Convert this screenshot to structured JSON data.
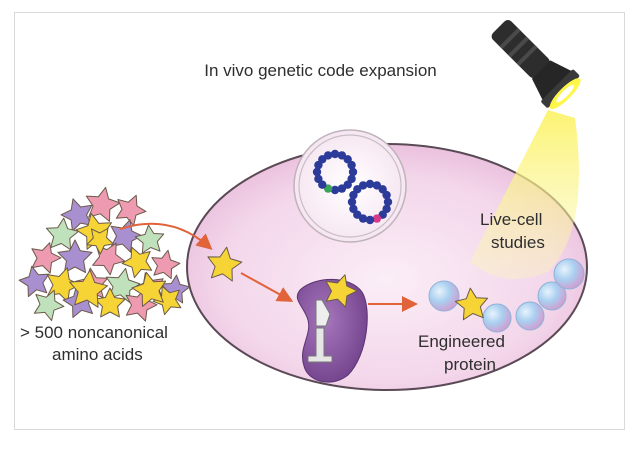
{
  "title": "In vivo genetic code expansion",
  "labels": {
    "amino_acids_line1": "> 500 noncanonical",
    "amino_acids_line2": "amino acids",
    "live_cell_line1": "Live-cell",
    "live_cell_line2": "studies",
    "protein_line1": "Engineered",
    "protein_line2": "protein"
  },
  "icons": [
    "star-pile",
    "cell",
    "nucleus",
    "plasmid",
    "ribosome",
    "flashlight",
    "light-beam",
    "protein-chain",
    "arrow"
  ],
  "colors": {
    "cell_fill": "#f1cfe6",
    "cell_stroke": "#5a4a55",
    "star_yellow": "#f6d436",
    "star_pink": "#ee9ab0",
    "star_purple": "#a88fd0",
    "star_green": "#bfe2bc",
    "arrow": "#e0633a",
    "ribosome": "#8c5aa3",
    "plasmid": "#2c3a9a",
    "bead_blue": "#a8cdee",
    "light": "#f7f07a",
    "flashlight": "#2d2d2d"
  }
}
